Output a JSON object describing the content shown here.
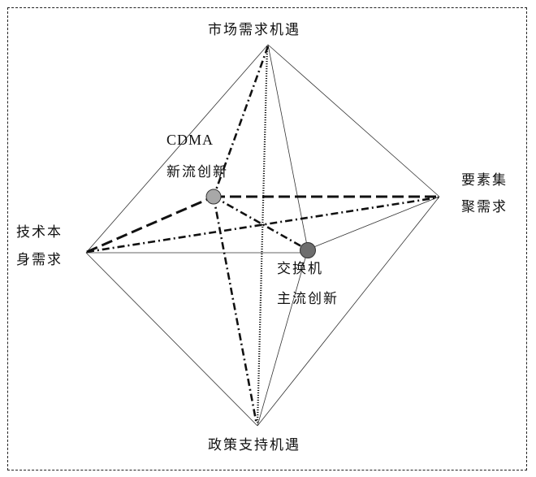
{
  "labels": {
    "top": "市场需求机遇",
    "left_line1": "技术本",
    "left_line2": "身需求",
    "right_line1": "要素集",
    "right_line2": "聚需求",
    "bottom": "政策支持机遇",
    "cdma_line1": "CDMA",
    "cdma_line2": "新流创新",
    "switch_line1": "交换机",
    "switch_line2": "主流创新"
  },
  "colors": {
    "node_cdma": "#a8a8a8",
    "node_switch": "#6e6e6e",
    "line": "#111111"
  }
}
